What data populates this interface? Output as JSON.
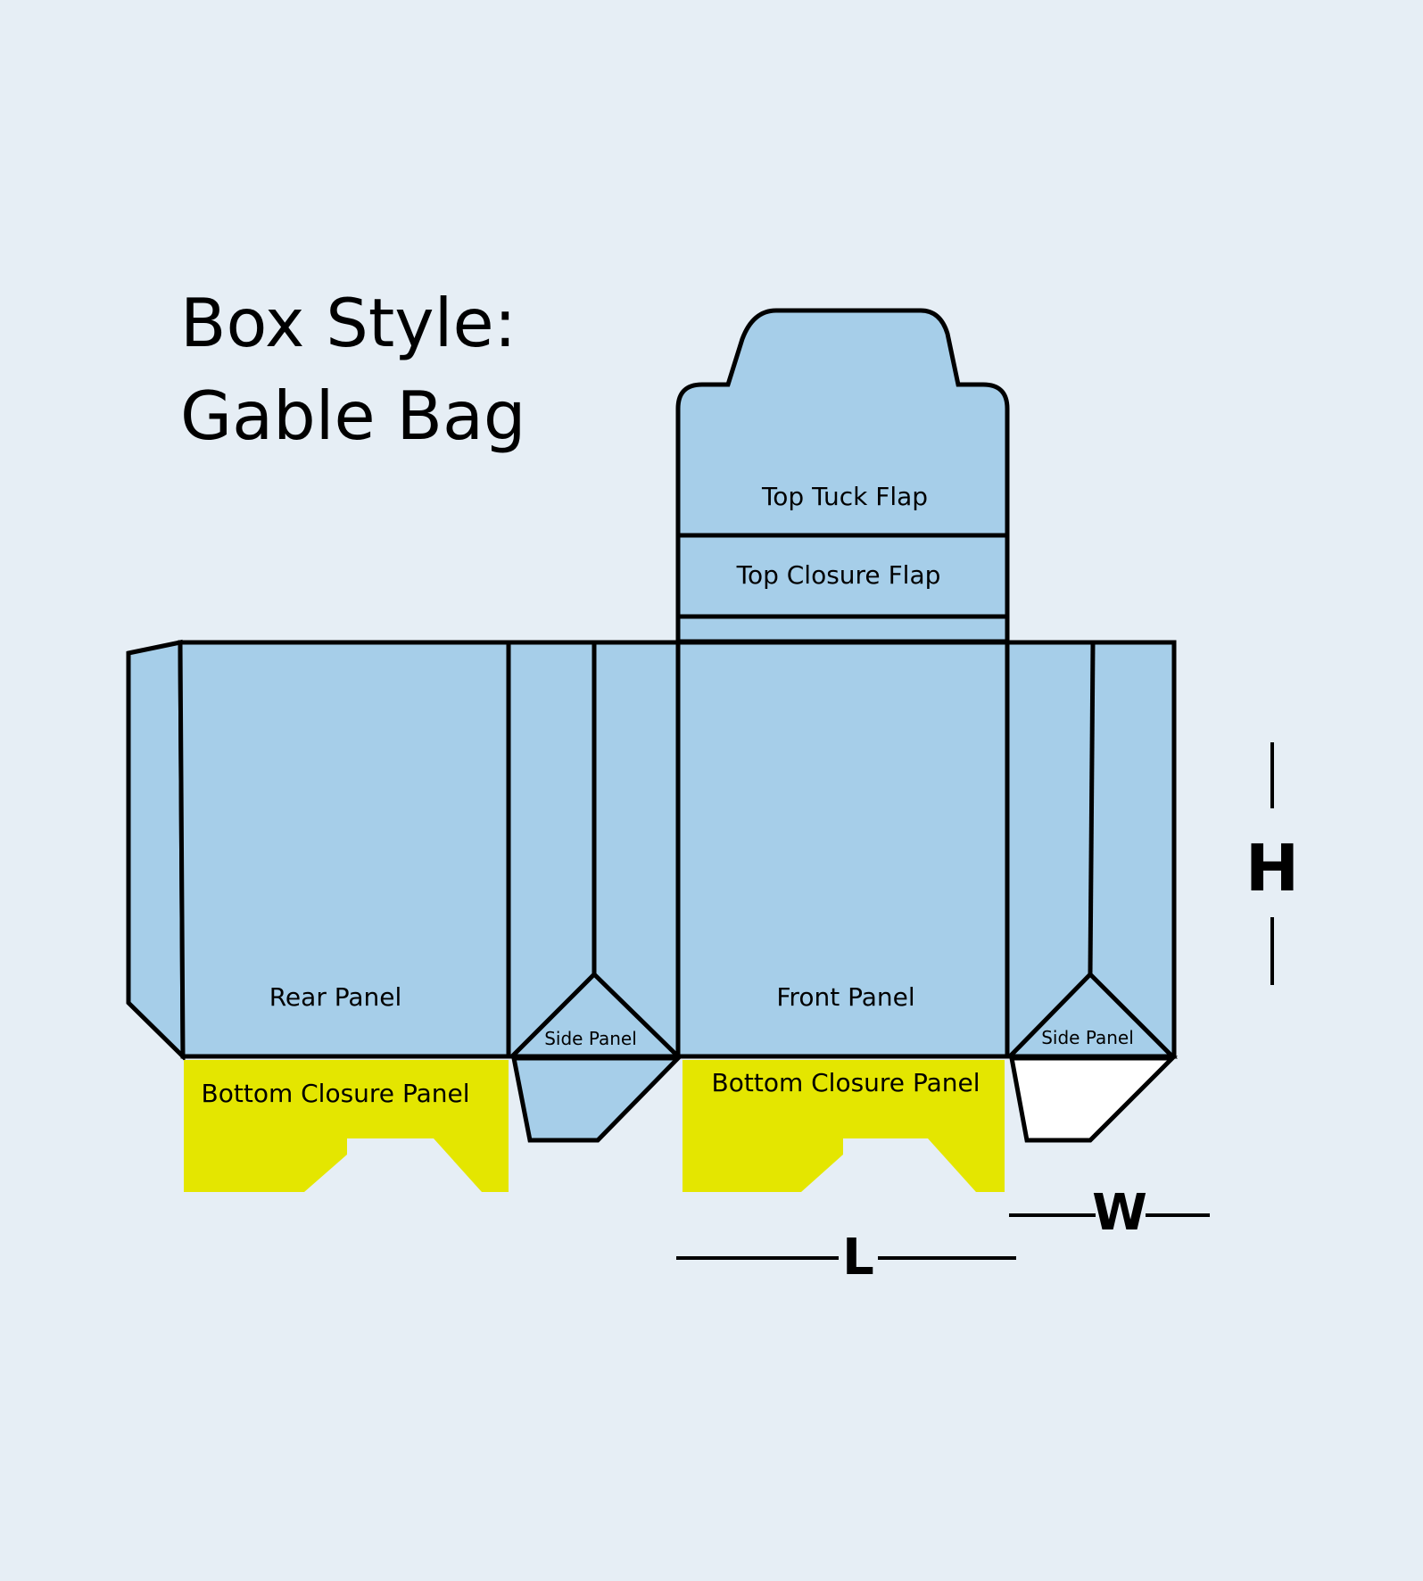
{
  "title": {
    "line1": "Box Style:",
    "line2": "Gable Bag"
  },
  "labels": {
    "top_tuck_flap": "Top Tuck Flap",
    "top_closure_flap": "Top Closure Flap",
    "rear_panel": "Rear Panel",
    "front_panel": "Front Panel",
    "side_panel_1": "Side Panel",
    "side_panel_2": "Side Panel",
    "bottom_closure_panel_1": "Bottom Closure Panel",
    "bottom_closure_panel_2": "Bottom Closure Panel"
  },
  "dimensions": {
    "height": "H",
    "length": "L",
    "width": "W"
  },
  "colors": {
    "background": "#e6eef5",
    "panel_fill": "#a6cee9",
    "bottom_closure_fill": "#e4e600",
    "outline": "#000000",
    "open_flap_fill": "#ffffff"
  }
}
